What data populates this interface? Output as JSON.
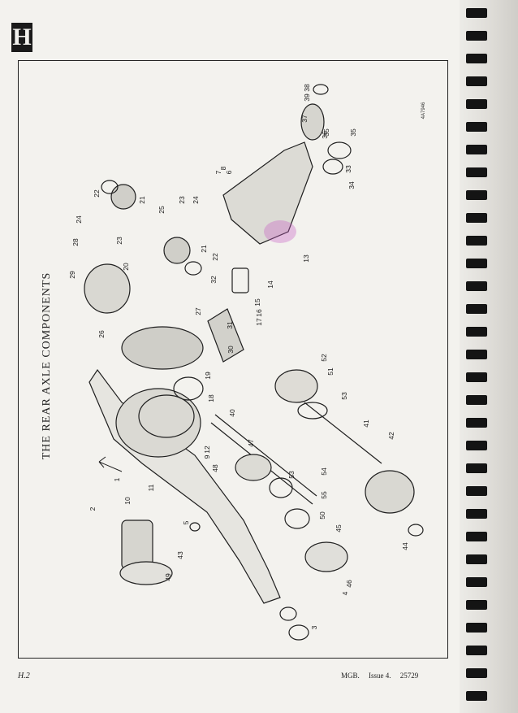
{
  "section_letter": "H",
  "title": "THE REAR AXLE COMPONENTS",
  "reference_code": "4A7946",
  "footer": {
    "page_number": "H.2",
    "publication": "MGB.",
    "issue": "Issue 4.",
    "code": "25729"
  },
  "part_labels": [
    {
      "id": "p1",
      "text": "1"
    },
    {
      "id": "p2",
      "text": "2"
    },
    {
      "id": "p3",
      "text": "3"
    },
    {
      "id": "p4",
      "text": "4"
    },
    {
      "id": "p5",
      "text": "5"
    },
    {
      "id": "p6",
      "text": "6"
    },
    {
      "id": "p7",
      "text": "7"
    },
    {
      "id": "p8",
      "text": "8"
    },
    {
      "id": "p9",
      "text": "9"
    },
    {
      "id": "p10",
      "text": "10"
    },
    {
      "id": "p11",
      "text": "11"
    },
    {
      "id": "p12",
      "text": "12"
    },
    {
      "id": "p13",
      "text": "13"
    },
    {
      "id": "p14",
      "text": "14"
    },
    {
      "id": "p15",
      "text": "15"
    },
    {
      "id": "p16",
      "text": "16"
    },
    {
      "id": "p17",
      "text": "17"
    },
    {
      "id": "p18",
      "text": "18"
    },
    {
      "id": "p19",
      "text": "19"
    },
    {
      "id": "p20",
      "text": "20"
    },
    {
      "id": "p21a",
      "text": "21"
    },
    {
      "id": "p21b",
      "text": "21"
    },
    {
      "id": "p22a",
      "text": "22"
    },
    {
      "id": "p22b",
      "text": "22"
    },
    {
      "id": "p23a",
      "text": "23"
    },
    {
      "id": "p23b",
      "text": "23"
    },
    {
      "id": "p24a",
      "text": "24"
    },
    {
      "id": "p24b",
      "text": "24"
    },
    {
      "id": "p25",
      "text": "25"
    },
    {
      "id": "p26",
      "text": "26"
    },
    {
      "id": "p27",
      "text": "27"
    },
    {
      "id": "p28",
      "text": "28"
    },
    {
      "id": "p29",
      "text": "29"
    },
    {
      "id": "p30",
      "text": "30"
    },
    {
      "id": "p31",
      "text": "31"
    },
    {
      "id": "p32",
      "text": "32"
    },
    {
      "id": "p33",
      "text": "33"
    },
    {
      "id": "p34",
      "text": "34"
    },
    {
      "id": "p35a",
      "text": "35"
    },
    {
      "id": "p35b",
      "text": "35"
    },
    {
      "id": "p36",
      "text": "36"
    },
    {
      "id": "p37",
      "text": "37"
    },
    {
      "id": "p38",
      "text": "38"
    },
    {
      "id": "p39",
      "text": "39"
    },
    {
      "id": "p40",
      "text": "40"
    },
    {
      "id": "p41",
      "text": "41"
    },
    {
      "id": "p42",
      "text": "42"
    },
    {
      "id": "p43",
      "text": "43"
    },
    {
      "id": "p44",
      "text": "44"
    },
    {
      "id": "p45",
      "text": "45"
    },
    {
      "id": "p46",
      "text": "46"
    },
    {
      "id": "p47",
      "text": "47"
    },
    {
      "id": "p48",
      "text": "48"
    },
    {
      "id": "p49",
      "text": "49"
    },
    {
      "id": "p50",
      "text": "50"
    },
    {
      "id": "p51",
      "text": "51"
    },
    {
      "id": "p52",
      "text": "52"
    },
    {
      "id": "p53a",
      "text": "53"
    },
    {
      "id": "p53b",
      "text": "53"
    },
    {
      "id": "p54",
      "text": "54"
    },
    {
      "id": "p55",
      "text": "55"
    }
  ]
}
